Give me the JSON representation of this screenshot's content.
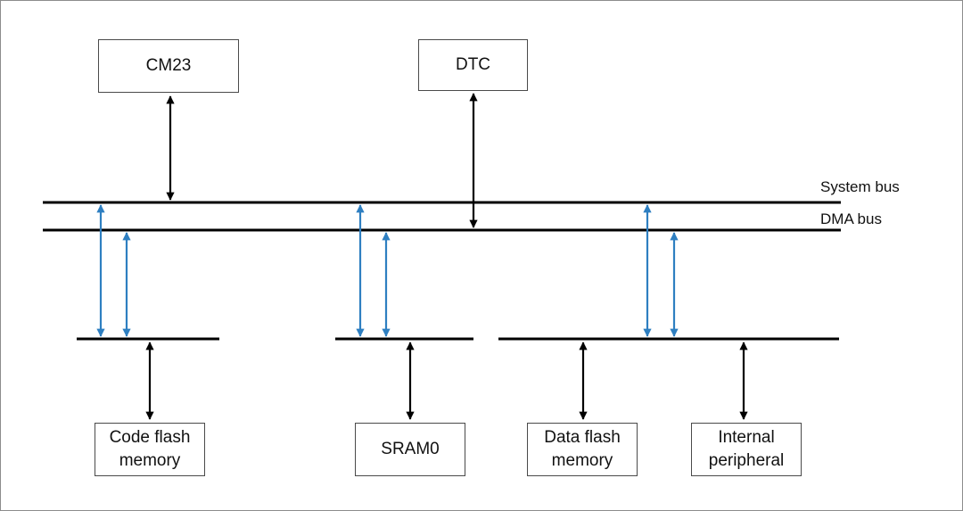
{
  "components": {
    "cm23": "CM23",
    "dtc": "DTC",
    "code_flash": "Code flash\nmemory",
    "sram0": "SRAM0",
    "data_flash": "Data flash\nmemory",
    "internal_peripheral": "Internal\nperipheral"
  },
  "buses": {
    "system_bus": "System bus",
    "dma_bus": "DMA bus"
  },
  "colors": {
    "line": "#000000",
    "dma_arrow": "#2e7fc1"
  }
}
